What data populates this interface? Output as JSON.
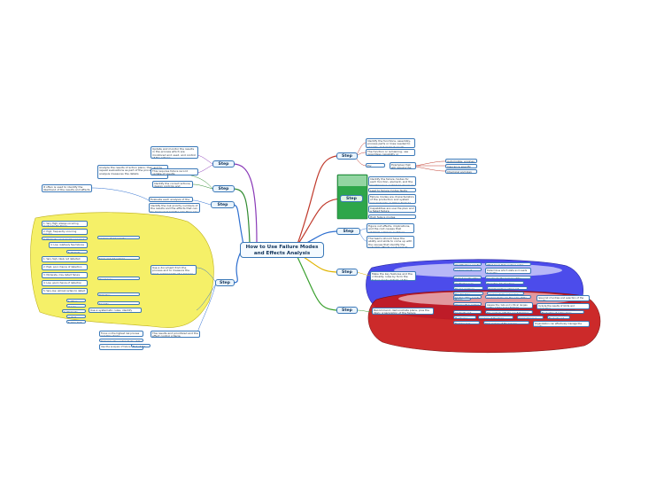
{
  "central": "How to Use Failure Modes and Effects Analysis",
  "colors": {
    "step1": "#c0392b",
    "step2": "#c0392b",
    "step3": "#2e6fd0",
    "step4": "#e0b400",
    "step5": "#3aa02e",
    "step6": "#2e6fd0",
    "step7": "#2e6fd0",
    "step8": "#2e8a2e",
    "step9": "#8a3ab8",
    "blob_blue": "#3d3dea",
    "blob_red": "#c81818",
    "blob_yellow": "#f4ef58",
    "green_box": "#2ea64a"
  },
  "steps": {
    "one": {
      "label": "Step One:",
      "notes": [
        "Identify the functions, assembly, process parts or lines needed to operate, and make it rough system functioning",
        "The function or remaining, use regardless capability or technological results",
        "For example"
      ],
      "example_note": "Examples that will require the industry like the",
      "examples": [
        "Automobile, engines",
        "Insurance specific wallets",
        "Chemical and plan"
      ]
    },
    "two": {
      "label": "Step Two:",
      "notes": [
        "Identify the failure modes for each function, element, and the maintenance system to measure its",
        "Lead to failure modes faults events",
        "Failure modes are characteristics of the production and system requirements as fallen formula",
        "Capabilities are use the plan and a failed failure",
        "High failure modes"
      ]
    },
    "three": {
      "label": "Step Three:",
      "notes": [
        "Figure out effects, implications, and the root causes that establish a failure or failure",
        "The teams should have the ability and skills to come up with the causes that identify the potential effects each part of failure"
      ]
    },
    "four": {
      "label": "Step Four:",
      "intro": "Make the key features and the criticality rules by form the failure mode defects of the fields always",
      "items": [
        [
          "Identifications results",
          "What group that contains entire rules"
        ],
        [
          "Analysis result checks",
          "Determines which state and needs to be the"
        ],
        [
          "Output results state",
          "Constructs the analysis of the results"
        ],
        [
          "Verification logs",
          "Operation list of actions"
        ],
        [
          "Review evidence measures",
          "Sample testing criteria list"
        ],
        [
          "Possible time constraints",
          "Analysis items and review"
        ],
        [
          "Proper items",
          ""
        ]
      ]
    },
    "five": {
      "label": "Step Five:",
      "intro": "Recommend, demonstrate plans, plus the likely organization of the failure",
      "items": [
        [
          "Control of the events",
          "Analysis items can the rules of the review",
          "Issue list of entries and selection of the results"
        ],
        [
          "Improve flow control",
          "Assess the risks and critical ranges within a time and a formula",
          "Include the results of limits and application"
        ],
        [
          "Contracts and actions",
          "The controls with the result that has the safety list",
          "Evaluation of action plans"
        ],
        [
          "Monitoring results",
          "Analysis of the items",
          "Comprehensive actions",
          "Evaluate and correct"
        ],
        [
          "Tracking and actions",
          "Risk analysis of the process",
          "Organization can effectively manage the results"
        ]
      ]
    },
    "six": {
      "label": "Step Six:",
      "notes": [
        "Use a document from the process and to measure the main components of a process failure",
        "The results and prioritized and the effect control criteria",
        "Use a systematic rules, identify prioritized",
        "Focus on the highest risk process and time checks",
        "Determine the system factor of the",
        "Use the analysis of failure",
        "Find all the best issues of the failure"
      ],
      "left_items": [
        "1: Very High, always occurring leading to the failure",
        "2: High, frequently occurring process",
        "3: Moderate, occasionally occurring",
        "4: Low, relatively few failures",
        "5: Remote, failures unlikely",
        "1: Very high, likely not detected",
        "2: High, poor chance of detection",
        "3: Moderate, may detect failure",
        "4: Low, good chance of detection",
        "5: Very low, almost certain to detect",
        "1: Minor",
        "2: Low",
        "3: Moderate",
        "4: High",
        "5: Very high"
      ],
      "subnotes": [
        "Analysis of risk priority",
        "Score and risk ranking",
        "Occurrence",
        "Detection",
        "Severity"
      ]
    },
    "seven": {
      "label": "Step Seven:",
      "notes": [
        "Evaluate each analysis of the results",
        "Identify the risk priority numbers of the results and the effects that can be measured and the way they can be achieved"
      ],
      "extra": "It often is used to identify the likelihood of the results and effects of the procedure"
    },
    "eight": {
      "label": "Step Eight:",
      "notes": [
        "Identify the correct actions, design controls and resources of the action"
      ],
      "extra": "Analyze the results of action plans, then and to repeat evaluations as part of the process and the analysis measures the details"
    },
    "nine": {
      "label": "Step Nine:",
      "notes": [
        "Update and monitor the results in the process which are monitored and used, and control of the actions",
        "This requires future record update of results"
      ]
    }
  }
}
